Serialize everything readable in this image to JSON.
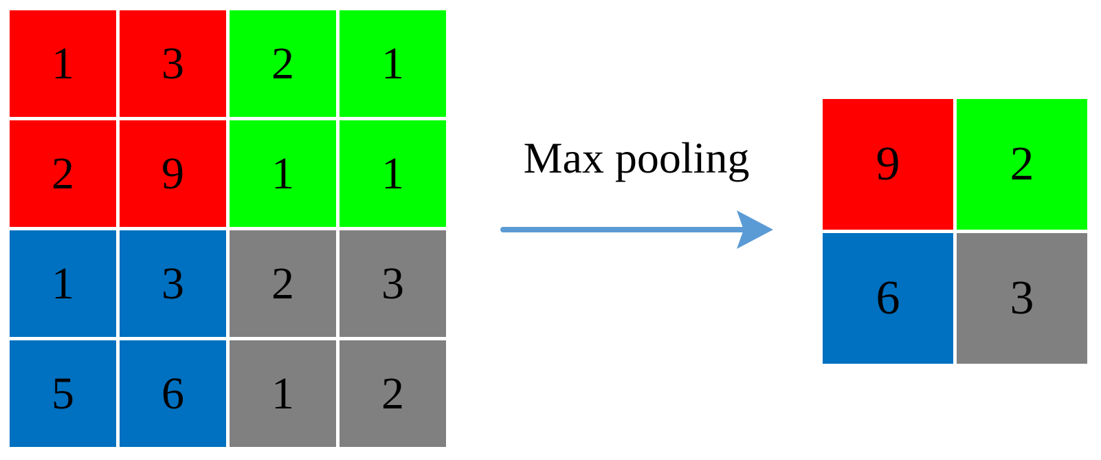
{
  "colors": {
    "red": "#ff0000",
    "green": "#00ff00",
    "blue": "#0070c0",
    "gray": "#808080",
    "arrow": "#5b9bd5"
  },
  "input_grid": {
    "rows": [
      [
        {
          "value": "1",
          "color": "red"
        },
        {
          "value": "3",
          "color": "red"
        },
        {
          "value": "2",
          "color": "green"
        },
        {
          "value": "1",
          "color": "green"
        }
      ],
      [
        {
          "value": "2",
          "color": "red"
        },
        {
          "value": "9",
          "color": "red"
        },
        {
          "value": "1",
          "color": "green"
        },
        {
          "value": "1",
          "color": "green"
        }
      ],
      [
        {
          "value": "1",
          "color": "blue"
        },
        {
          "value": "3",
          "color": "blue"
        },
        {
          "value": "2",
          "color": "gray"
        },
        {
          "value": "3",
          "color": "gray"
        }
      ],
      [
        {
          "value": "5",
          "color": "blue"
        },
        {
          "value": "6",
          "color": "blue"
        },
        {
          "value": "1",
          "color": "gray"
        },
        {
          "value": "2",
          "color": "gray"
        }
      ]
    ]
  },
  "operation": {
    "label": "Max pooling",
    "arrow_icon": "right-arrow-icon"
  },
  "output_grid": {
    "rows": [
      [
        {
          "value": "9",
          "color": "red"
        },
        {
          "value": "2",
          "color": "green"
        }
      ],
      [
        {
          "value": "6",
          "color": "blue"
        },
        {
          "value": "3",
          "color": "gray"
        }
      ]
    ]
  }
}
